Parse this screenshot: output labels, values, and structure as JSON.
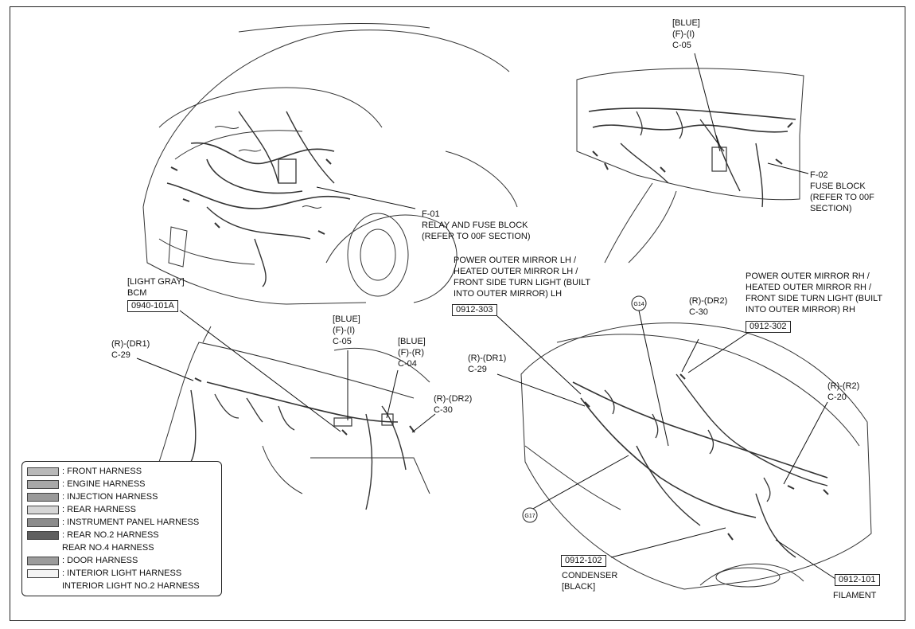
{
  "labels": {
    "f01": "F-01\nRELAY AND FUSE BLOCK\n(REFER TO 00F SECTION)",
    "blue_top": "[BLUE]\n(F)-(I)\nC-05",
    "f02": "F-02\nFUSE BLOCK\n(REFER TO 00F\nSECTION)",
    "bcm": "[LIGHT GRAY]\nBCM",
    "bcm_code": "0940-101A",
    "c29_left": "(R)-(DR1)\nC-29",
    "blue_mid1": "[BLUE]\n(F)-(I)\nC-05",
    "blue_mid2": "[BLUE]\n(F)-(R)\nC-04",
    "c30_left": "(R)-(DR2)\nC-30",
    "mirror_lh": "POWER OUTER MIRROR LH /\nHEATED OUTER MIRROR LH /\nFRONT SIDE TURN LIGHT (BUILT\nINTO OUTER MIRROR) LH",
    "mirror_lh_code": "0912-303",
    "mirror_rh": "POWER OUTER MIRROR RH /\nHEATED OUTER MIRROR RH /\nFRONT SIDE TURN LIGHT (BUILT\nINTO OUTER MIRROR) RH",
    "mirror_rh_code": "0912-302",
    "c30_right": "(R)-(DR2)\nC-30",
    "c29_right": "(R)-(DR1)\nC-29",
    "c20": "(R)-(R2)\nC-20",
    "g14": "G14",
    "g17": "G17",
    "condenser_code": "0912-102",
    "condenser": "CONDENSER\n[BLACK]",
    "filament_code": "0912-101",
    "filament": "FILAMENT"
  },
  "legend": [
    {
      "text": ": FRONT HARNESS",
      "color": "#b9b9b9"
    },
    {
      "text": ": ENGINE HARNESS",
      "color": "#a8a8a8"
    },
    {
      "text": ": INJECTION HARNESS",
      "color": "#9a9a9a"
    },
    {
      "text": ": REAR HARNESS",
      "color": "#d6d6d6"
    },
    {
      "text": ": INSTRUMENT PANEL HARNESS",
      "color": "#8c8c8c"
    },
    {
      "text": ": REAR NO.2 HARNESS",
      "color": "#5f5f5f"
    },
    {
      "text": "REAR NO.4 HARNESS",
      "color": null
    },
    {
      "text": ": DOOR HARNESS",
      "color": "#9c9c9c"
    },
    {
      "text": ": INTERIOR LIGHT HARNESS",
      "color": "#f4f4f4"
    },
    {
      "text": "INTERIOR LIGHT NO.2 HARNESS",
      "color": null
    }
  ]
}
